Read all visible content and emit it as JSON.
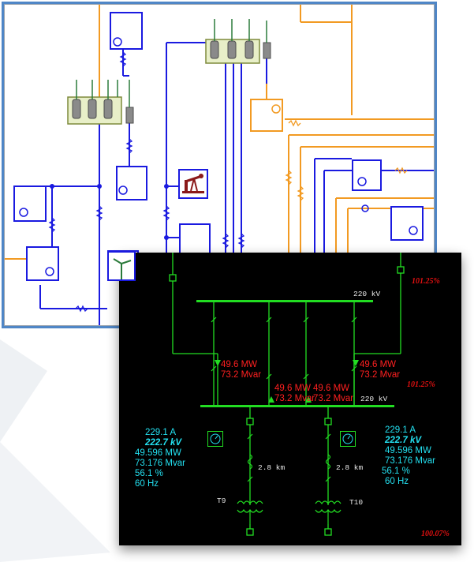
{
  "diagram1": {
    "icons": [
      "oil-pump-icon",
      "wind-turbine-icon"
    ]
  },
  "diagram2": {
    "bus_upper_voltage": "220  kV",
    "bus_lower_voltage": "220  kV",
    "pct_top": "101.25%",
    "pct_mid": "101.25%",
    "pct_bottom": "100.07%",
    "flow_left": {
      "mw": "49.6 MW",
      "mvar": "73.2 Mvar"
    },
    "flow_right": {
      "mw": "49.6 MW",
      "mvar": "73.2 Mvar"
    },
    "flow_center_a": {
      "mw": "49.6 MW",
      "mvar": "73.2 Mvar"
    },
    "flow_center_b": {
      "mw": "49.6 MW",
      "mvar": "73.2 Mvar"
    },
    "left_meter": {
      "current": "229.1 A",
      "voltage": "222.7 kV",
      "mw": "49.596 MW",
      "mvar": "73.176 Mvar",
      "loading": "56.1 %",
      "freq": "60 Hz"
    },
    "right_meter": {
      "current": "229.1 A",
      "voltage": "222.7 kV",
      "mw": "49.596 MW",
      "mvar": "73.176 Mvar",
      "loading": "56.1 %",
      "freq": "60 Hz"
    },
    "line_left_length": "2.8  km",
    "line_right_length": "2.8  km",
    "transformer_left": "T9",
    "transformer_right": "T10",
    "colors": {
      "bus": "#22dd22",
      "flow": "#ff2020",
      "meter": "#23e0f0"
    }
  }
}
